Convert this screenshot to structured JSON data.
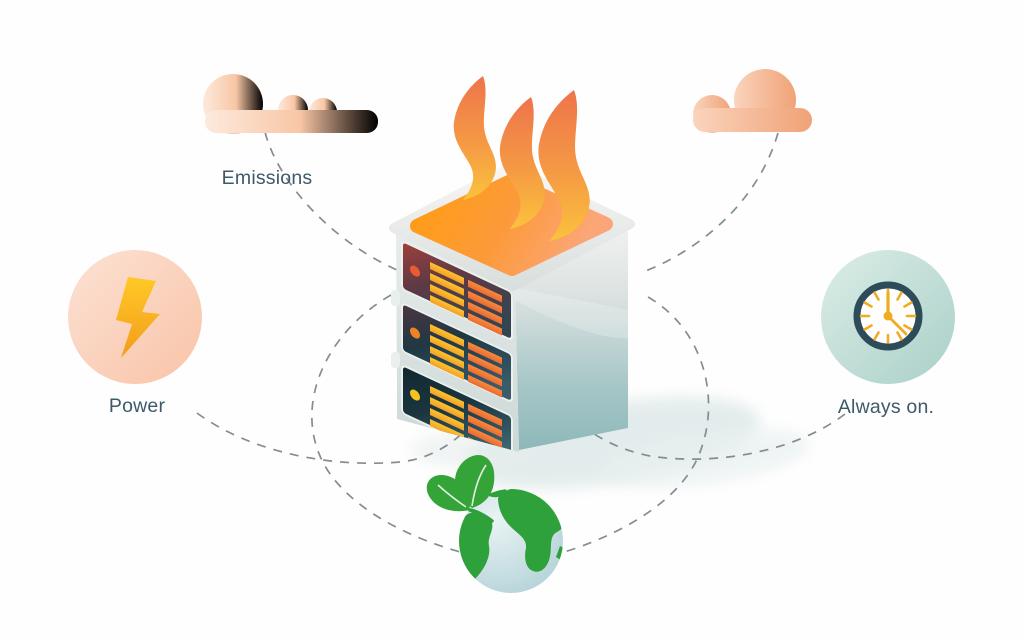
{
  "diagram": {
    "background": "#ffffff",
    "labels": {
      "emissions": "Emissions",
      "power": "Power",
      "always_on": "Always on."
    },
    "nodes": [
      {
        "id": "emissions-cloud",
        "icon": "cloud-icon",
        "label": "Emissions",
        "position": "top-left"
      },
      {
        "id": "exhaust-cloud",
        "icon": "cloud-icon",
        "label": "",
        "position": "top-right"
      },
      {
        "id": "power",
        "icon": "lightning-bolt-icon",
        "label": "Power",
        "position": "middle-left"
      },
      {
        "id": "always-on",
        "icon": "clock-icon",
        "label": "Always on.",
        "position": "middle-right"
      },
      {
        "id": "green-earth",
        "icon": "globe-leaf-icon",
        "label": "",
        "position": "bottom-center"
      },
      {
        "id": "hot-server",
        "icon": "server-rack-flames-icon",
        "label": "",
        "position": "center"
      }
    ],
    "palette": {
      "label_text": "#3d5a69",
      "dash_line": "#828d94",
      "cloud_peach_light": "#fdeadd",
      "cloud_peach": "#f0a172",
      "power_circle_peach": "#f9c9ae",
      "bolt_yellow": "#fdb824",
      "clock_circle_mint": "#c2ded6",
      "clock_ring_teal": "#2d4b59",
      "clock_marks_yellow": "#f0ab1f",
      "server_top_orange": "#ff9d1f",
      "flame_orange": "#f07a4a",
      "flame_yellow": "#fbc23c",
      "server_side_teal": "#9ec2c3",
      "server_frame_silver": "#e3e9e8",
      "server_bay_dark": "#1c3440",
      "server_bay_maroon": "#9c3a3c",
      "slat_yellow": "#f6b32a",
      "slat_orange": "#ef7a38",
      "globe_sea": "#bcd8dd",
      "globe_green": "#2ea13b",
      "shadow": "#e2ebeb"
    }
  }
}
